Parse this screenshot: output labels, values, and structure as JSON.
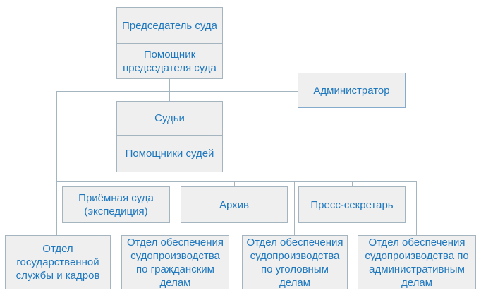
{
  "colors": {
    "background": "#ffffff",
    "box_fill": "#efefef",
    "box_border": "#a4b5c0",
    "administrator_border": "#85aacc",
    "text": "#1f78be",
    "line": "#a4b5c0"
  },
  "org_chart": {
    "nodes": {
      "chairman": {
        "label": "Председатель суда"
      },
      "chairman_assistant": {
        "label": "Помощник\nпредседателя суда"
      },
      "administrator": {
        "label": "Администратор"
      },
      "judges": {
        "label": "Судьи"
      },
      "judges_assistants": {
        "label": "Помощники судей"
      },
      "reception": {
        "label": "Приёмная суда\n(экспедиция)"
      },
      "archive": {
        "label": "Архив"
      },
      "press_secretary": {
        "label": "Пресс-секретарь"
      },
      "civil_service_dept": {
        "label": "Отдел\nгосударственной\nслужбы и кадров"
      },
      "civil_cases_dept": {
        "label": "Отдел обеспечения\nсудопроизводства\nпо гражданским\nделам"
      },
      "criminal_cases_dept": {
        "label": "Отдел обеспечения\nсудопроизводства\nпо уголовным\nделам"
      },
      "administrative_cases_dept": {
        "label": "Отдел обеспечения\nсудопроизводства по\nадминистративным\nделам"
      }
    }
  }
}
